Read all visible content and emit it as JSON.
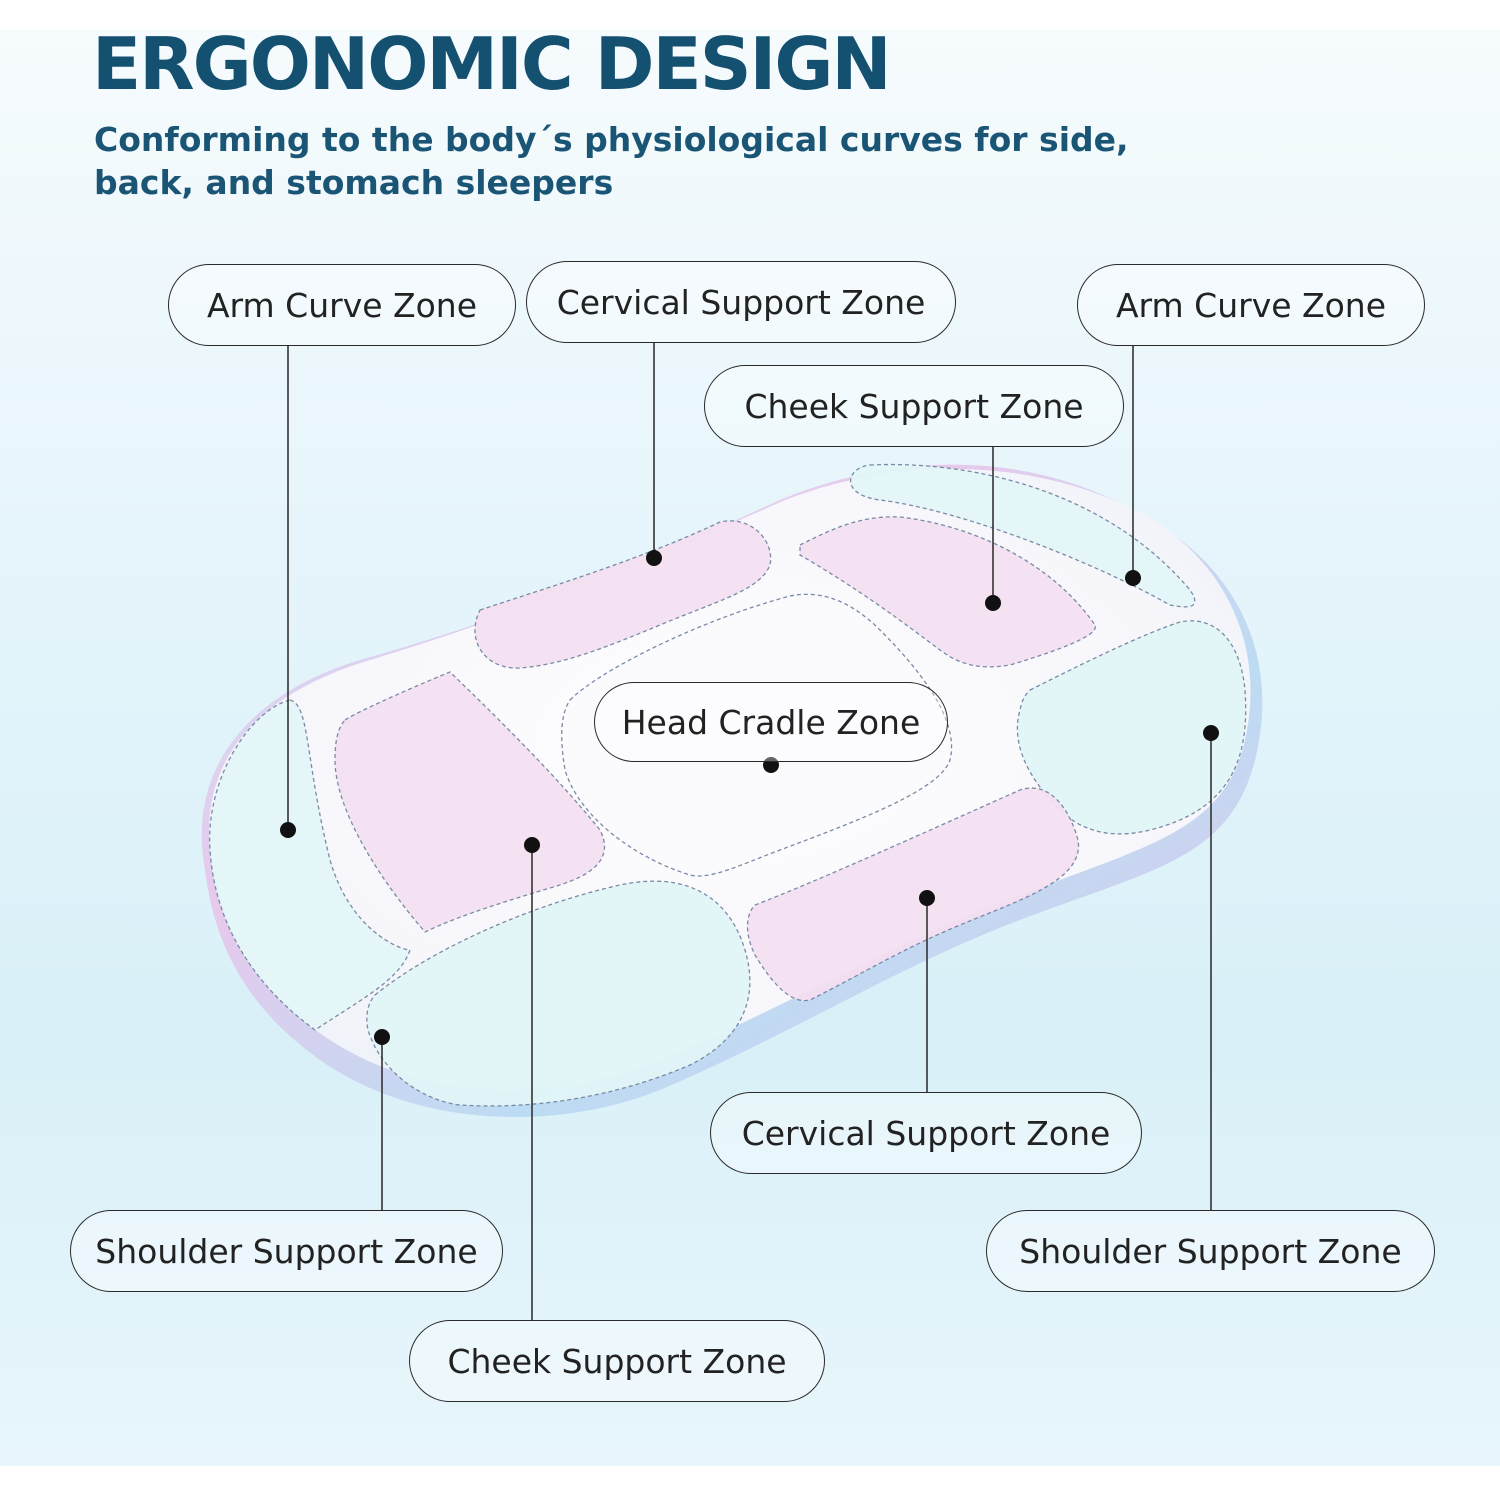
{
  "header": {
    "title": "ERGONOMIC DESIGN",
    "subtitle": "Conforming to the body´s physiological curves for side, back, and stomach sleepers"
  },
  "zones": {
    "arm_curve_left": "Arm Curve Zone",
    "cervical_top": "Cervical Support Zone",
    "arm_curve_right": "Arm Curve Zone",
    "cheek_top": "Cheek Support Zone",
    "head_cradle": "Head Cradle Zone",
    "cervical_bottom": "Cervical Support Zone",
    "shoulder_left": "Shoulder Support Zone",
    "shoulder_right": "Shoulder Support Zone",
    "cheek_bottom": "Cheek Support Zone"
  },
  "colors": {
    "title": "#14506f",
    "pink_zone": "#f3dff0",
    "cyan_zone": "#e2f6f7",
    "pillow_base": "#f7f7fb"
  }
}
